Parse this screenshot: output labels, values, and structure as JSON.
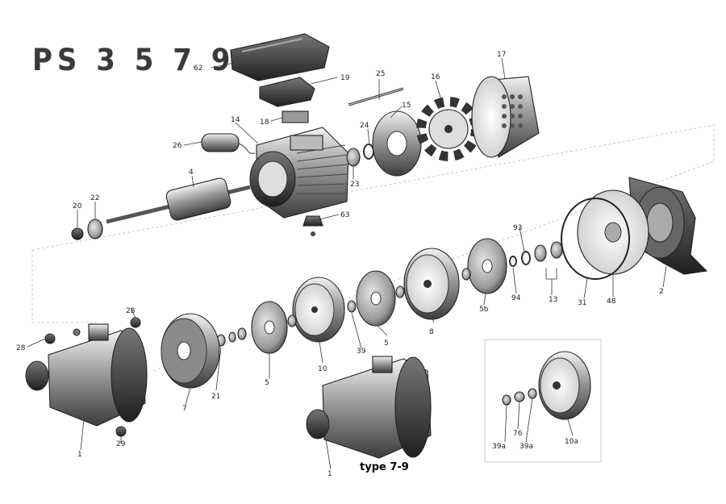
{
  "diagram": {
    "model_title": "PS 3 5 7 9",
    "inset_caption": "type 7-9",
    "part_labels": [
      "62",
      "19",
      "25",
      "16",
      "17",
      "18",
      "14",
      "24",
      "15",
      "26",
      "4",
      "23",
      "20",
      "22",
      "63",
      "93",
      "2",
      "31",
      "48",
      "13",
      "94",
      "5b",
      "8",
      "5",
      "39",
      "10",
      "28",
      "21",
      "7",
      "1",
      "29",
      "39a",
      "76",
      "10a"
    ]
  }
}
